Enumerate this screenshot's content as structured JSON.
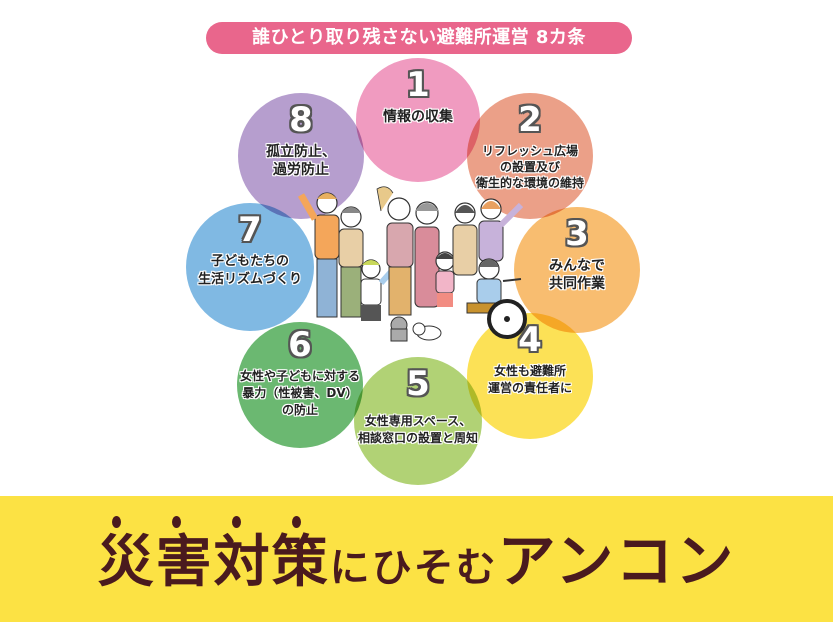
{
  "header": {
    "title": "誰ひとり取り残さない避難所運営 8カ条",
    "pill_color": "#E9668C"
  },
  "principles": [
    {
      "number": "1",
      "text": "情報の収集",
      "color": "#EE8DB8"
    },
    {
      "number": "2",
      "text": "リフレッシュ広場\nの設置及び\n衛生的な環境の維持",
      "color": "#E99377"
    },
    {
      "number": "3",
      "text": "みんなで\n共同作業",
      "color": "#F7B45C"
    },
    {
      "number": "4",
      "text": "女性も避難所\n運営の責任者に",
      "color": "#FCDD3E"
    },
    {
      "number": "5",
      "text": "女性専用スペース、\n相談窓口の設置と周知",
      "color": "#A6CC62"
    },
    {
      "number": "6",
      "text": "女性や子どもに対する\n暴力（性被害、DV）\nの防止",
      "color": "#56AE5D"
    },
    {
      "number": "7",
      "text": "子どもたちの\n生活リズムづくり",
      "color": "#6EB0E0"
    },
    {
      "number": "8",
      "text": "孤立防止、\n過労防止",
      "color": "#AC91C8"
    }
  ],
  "illustration": {
    "description": "family-group-with-wheelchair-and-pets"
  },
  "banner": {
    "part1": "災害対策",
    "part2": "にひそむ",
    "part3": "アンコン",
    "background": "#FCE244",
    "text_color": "#4A1A1E"
  }
}
